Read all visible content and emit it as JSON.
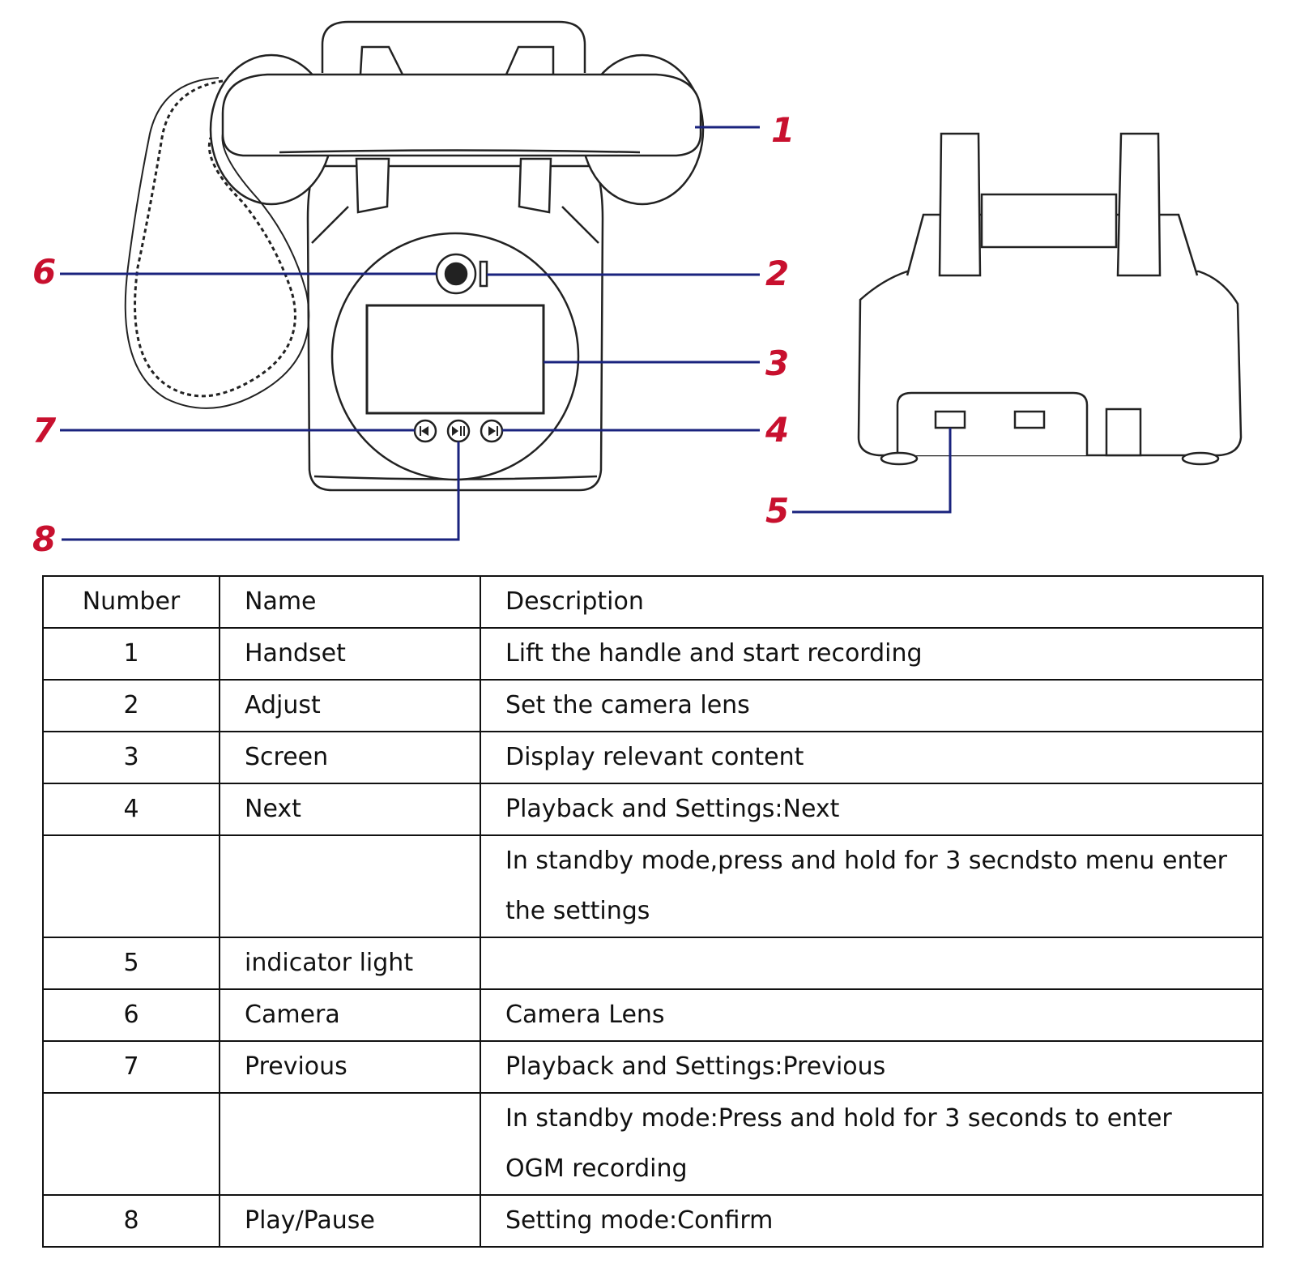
{
  "colors": {
    "callout": "#c8102e",
    "leader": "#1a237e",
    "outline": "#222222"
  },
  "callouts": {
    "c1": "1",
    "c2": "2",
    "c3": "3",
    "c4": "4",
    "c5": "5",
    "c6": "6",
    "c7": "7",
    "c8": "8"
  },
  "table": {
    "headers": {
      "number": "Number",
      "name": "Name",
      "description": "Description"
    },
    "rows": [
      {
        "number": "1",
        "name": "Handset",
        "description": "Lift the handle and start recording"
      },
      {
        "number": "2",
        "name": "Adjust",
        "description": "Set the camera lens"
      },
      {
        "number": "3",
        "name": "Screen",
        "description": "Display relevant content"
      },
      {
        "number": "4",
        "name": "Next",
        "description": "Playback and Settings:Next"
      },
      {
        "number": "",
        "name": "",
        "description": "In standby mode,press and hold for 3 secndsto menu enter the settings"
      },
      {
        "number": "5",
        "name": "indicator light",
        "description": ""
      },
      {
        "number": "6",
        "name": "Camera",
        "description": "Camera Lens"
      },
      {
        "number": "7",
        "name": "Previous",
        "description": "Playback and Settings:Previous"
      },
      {
        "number": "",
        "name": "",
        "description": "In standby mode:Press and hold for 3 seconds to enter OGM recording"
      },
      {
        "number": "8",
        "name": "Play/Pause",
        "description": "Setting mode:Confirm"
      }
    ]
  }
}
